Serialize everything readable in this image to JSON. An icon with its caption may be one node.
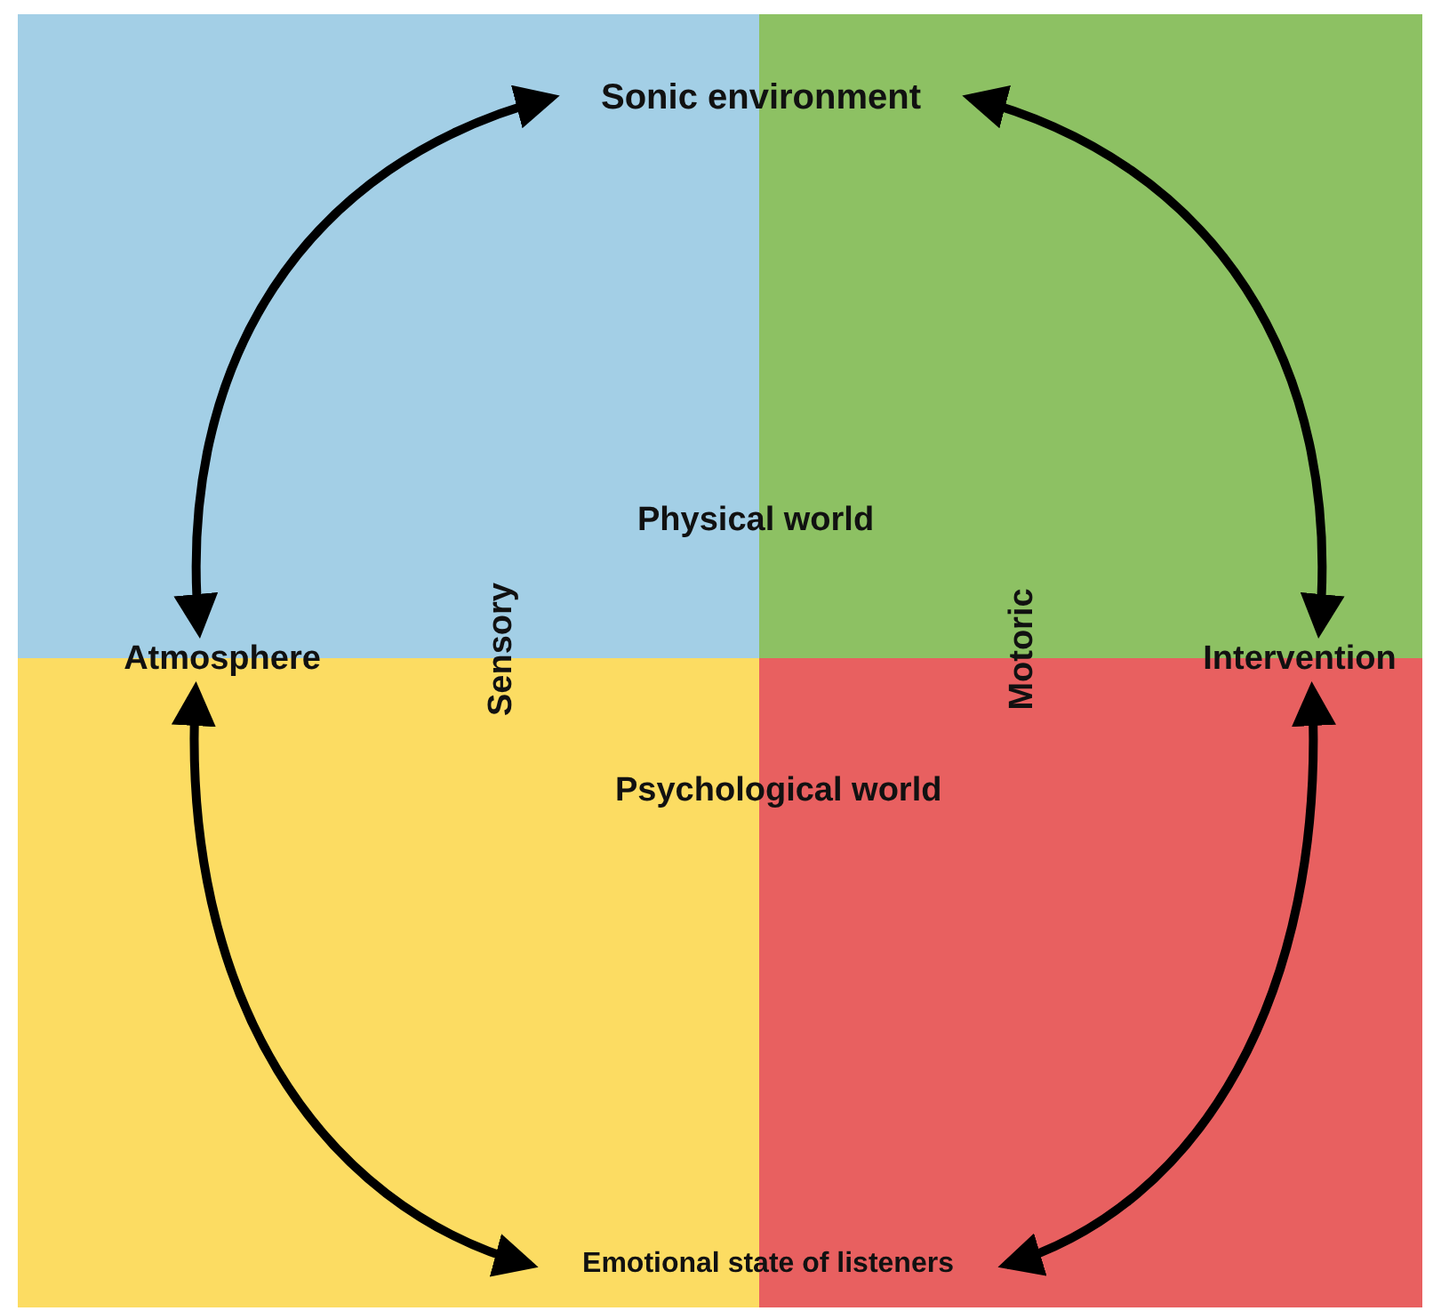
{
  "diagram": {
    "nodes": [
      {
        "text": [
          "Sonic environment"
        ]
      },
      {
        "text": [
          "Atmosphere"
        ]
      },
      {
        "text": [
          "Intervention"
        ]
      },
      {
        "text": [
          "Emotional state of listeners"
        ]
      }
    ],
    "edges": [
      {
        "from": 0,
        "to": 1,
        "arrow": "both"
      },
      {
        "from": 0,
        "to": 2,
        "arrow": "both"
      },
      {
        "from": 1,
        "to": 3,
        "arrow": "both"
      },
      {
        "from": 2,
        "to": 3,
        "arrow": "both"
      }
    ],
    "labels": [
      "Physical world",
      "Sensory",
      "Motoric",
      "Psychological world"
    ]
  }
}
